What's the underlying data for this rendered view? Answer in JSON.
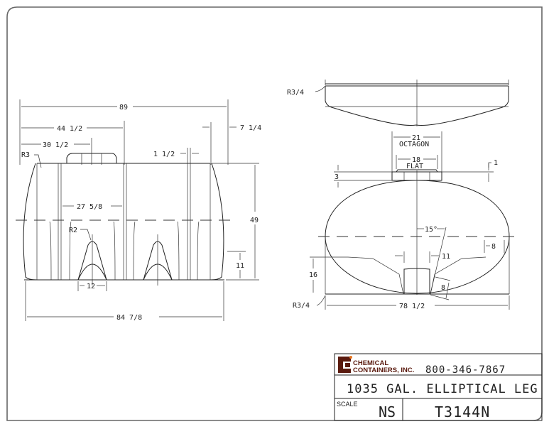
{
  "drawing": {
    "side_view": {
      "dims": {
        "overall_length": "89",
        "half_length": "44 1/2",
        "fitting_offset": "30 1/2",
        "end_offset": "7 1/4",
        "band_width": "1 1/2",
        "corner_radius": "R3",
        "section_length": "27 5/8",
        "leg_radius": "R2",
        "height": "49",
        "leg_height": "11",
        "leg_width": "12",
        "base_length": "84 7/8"
      }
    },
    "end_view": {
      "dims": {
        "lid_radius": "R3/4",
        "octagon_size": "21",
        "octagon_label": "OCTAGON",
        "flat_size": "18",
        "flat_label": "FLAT",
        "neck_height": "3",
        "lip_height": "1",
        "leg_angle": "15°",
        "leg_offset": "11",
        "side_inset": "8",
        "leg_foot": "8",
        "leg_height": "16",
        "base_radius": "R3/4",
        "base_width": "78 1/2"
      }
    }
  },
  "title_block": {
    "company_line1": "CHEMICAL",
    "company_line2": "CONTAINERS, INC.",
    "phone": "800-346-7867",
    "description": "1035 GAL. ELLIPTICAL LEG",
    "scale_label": "SCALE",
    "scale_value": "NS",
    "part_number": "T3144N",
    "colors": {
      "logo_brown": "#5a1a0e",
      "logo_orange": "#e87722",
      "line": "#222222"
    }
  }
}
